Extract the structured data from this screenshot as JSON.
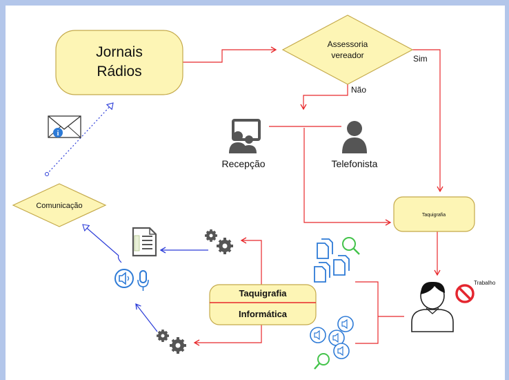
{
  "nodes": {
    "jornais_line1": "Jornais",
    "jornais_line2": "Rádios",
    "assessoria_line1": "Assessoria",
    "assessoria_line2": "vereador",
    "sim": "Sim",
    "nao": "Não",
    "recepcao": "Recepção",
    "telefonista": "Telefonista",
    "comunicacao": "Comunicação",
    "taquigrafia_small": "Taquigrafia",
    "taquigrafia": "Taquigrafia",
    "informatica": "Informática",
    "trabalho": "Trabalho"
  },
  "colors": {
    "background": "#b3c6ea",
    "node_fill": "#fdf5b5",
    "node_stroke": "#c4a94a",
    "flow_red": "#e8272a",
    "flow_blue": "#2a3bd8",
    "icon_blue": "#2d7ad6",
    "icon_green": "#43c34a",
    "icon_gray": "#555555"
  },
  "icons": [
    "envelope-info-icon",
    "recepcao-icon",
    "telefonista-icon",
    "document-icon",
    "gears-icon",
    "gears-icon",
    "audio-icon",
    "microphone-icon",
    "files-icon",
    "search-icon",
    "speakers-icon",
    "search-icon",
    "user-icon",
    "no-entry-icon"
  ]
}
